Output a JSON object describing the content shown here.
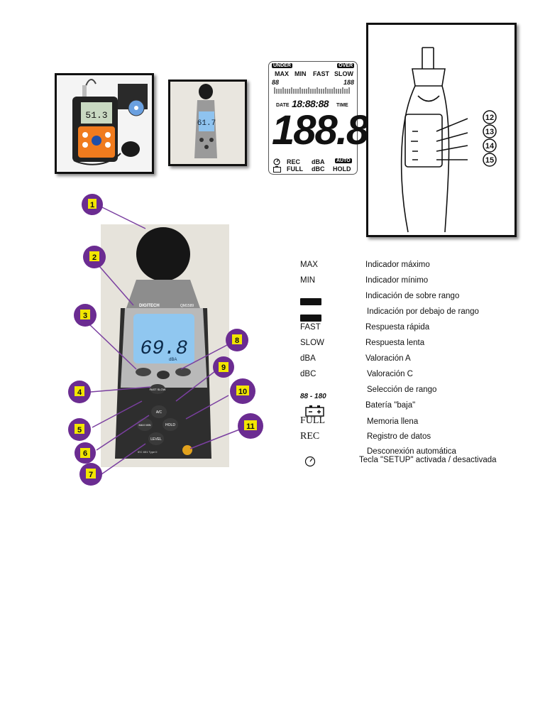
{
  "lcd_panel": {
    "under": "UNDER",
    "over": "OVER",
    "max": "MAX",
    "min": "MIN",
    "fast": "FAST",
    "slow": "SLOW",
    "bar_left": "88",
    "bar_right": "188",
    "date": "DATE",
    "clock": "18:88:88",
    "time": "TIME",
    "digits": "188.8",
    "rec": "REC",
    "dba": "dBA",
    "auto": "AUTO",
    "full": "FULL",
    "dbc": "dBC",
    "hold": "HOLD"
  },
  "photo_meter_left": {
    "reading": "51.3"
  },
  "photo_meter_mid": {
    "reading": "61.7"
  },
  "main_meter": {
    "brand": "DIGITECH",
    "model": "QM1589",
    "reading": "69.8",
    "unit": "dBA",
    "fast_slow": "FAST SLOW",
    "ac": "A/C",
    "max_min": "MAX MIN",
    "hold": "HOLD",
    "level": "LEVEL",
    "standard": "IEC 651 Type II"
  },
  "callouts": [
    "1",
    "2",
    "3",
    "4",
    "5",
    "6",
    "7",
    "8",
    "9",
    "10",
    "11"
  ],
  "side_callouts": [
    "12",
    "13",
    "14",
    "15"
  ],
  "legend": [
    {
      "key": "MAX",
      "desc": "Indicador máximo"
    },
    {
      "key": "MIN",
      "desc": "Indicador mínimo"
    },
    {
      "key": "",
      "desc": "Indicación de sobre rango"
    },
    {
      "key": "",
      "desc": "Indicación por debajo de rango"
    },
    {
      "key": "FAST",
      "desc": "Respuesta rápida"
    },
    {
      "key": "SLOW",
      "desc": "Respuesta lenta"
    },
    {
      "key": "dBA",
      "desc": "Valoración A"
    },
    {
      "key": "dBC",
      "desc": "Valoración C"
    },
    {
      "key": "",
      "desc": "Selección de rango"
    },
    {
      "key": "88 - 180",
      "desc": ""
    },
    {
      "key": "",
      "desc": "Batería \"baja\""
    },
    {
      "key": "FULL",
      "desc": "Memoria llena"
    },
    {
      "key": "REC",
      "desc": "Registro de datos"
    },
    {
      "key": "",
      "desc": "Desconexión automática"
    },
    {
      "key": "",
      "desc": "Tecla \"SETUP\" activada / desactivada"
    }
  ]
}
